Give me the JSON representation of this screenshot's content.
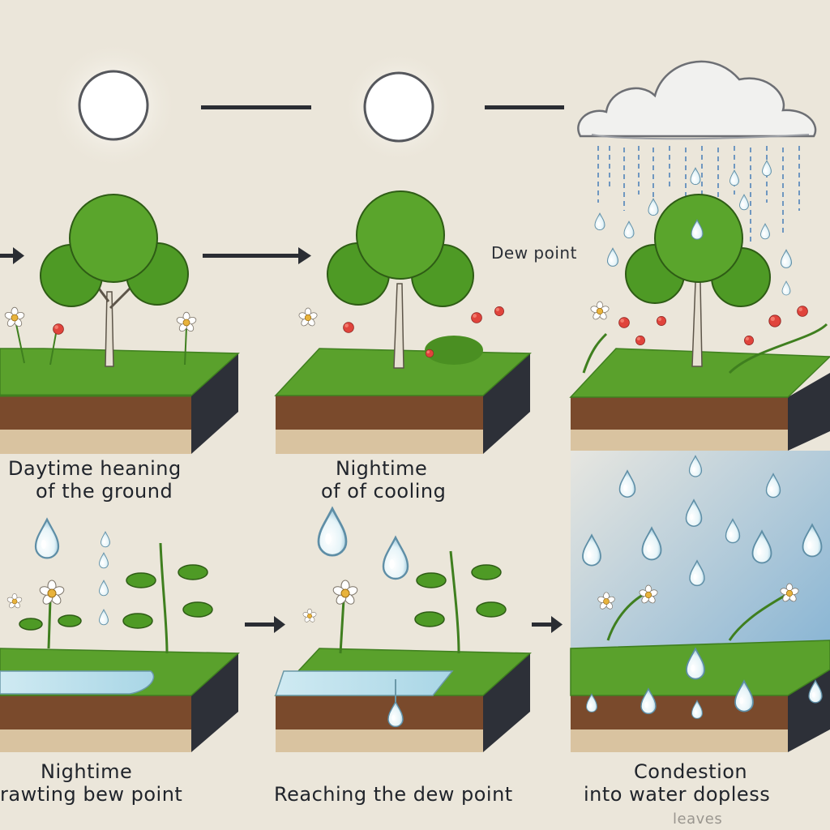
{
  "labels": {
    "dew_point": "Dew point",
    "panel1_line1": "Daytime heaning",
    "panel1_line2": "of the ground",
    "panel2_line1": "Nightime",
    "panel2_line2": "of of cooling",
    "panel3_line1": "Nightime",
    "panel3_line2": "rawting bew point",
    "panel4": "Reaching the dew point",
    "panel5_line1": "Condestion",
    "panel5_line2": "into water dopless",
    "panel5_line3": "leaves"
  },
  "colors": {
    "background": "#ebe6da",
    "grass": "#5aa12c",
    "grass_dark": "#3f7f1f",
    "soil_top": "#7a4a2c",
    "soil_light": "#d9c3a0",
    "soil_side": "#2d3038",
    "foliage": "#4e9a25",
    "flower_red": "#e0443c",
    "water": "#bfe3ee",
    "sky_blue": "#8fb8d6",
    "text": "#20242b"
  },
  "icons": [
    "sun-icon",
    "moon-icon",
    "rain-cloud-icon",
    "arrow-icon",
    "water-drop-icon",
    "tree-icon",
    "flower-icon"
  ]
}
